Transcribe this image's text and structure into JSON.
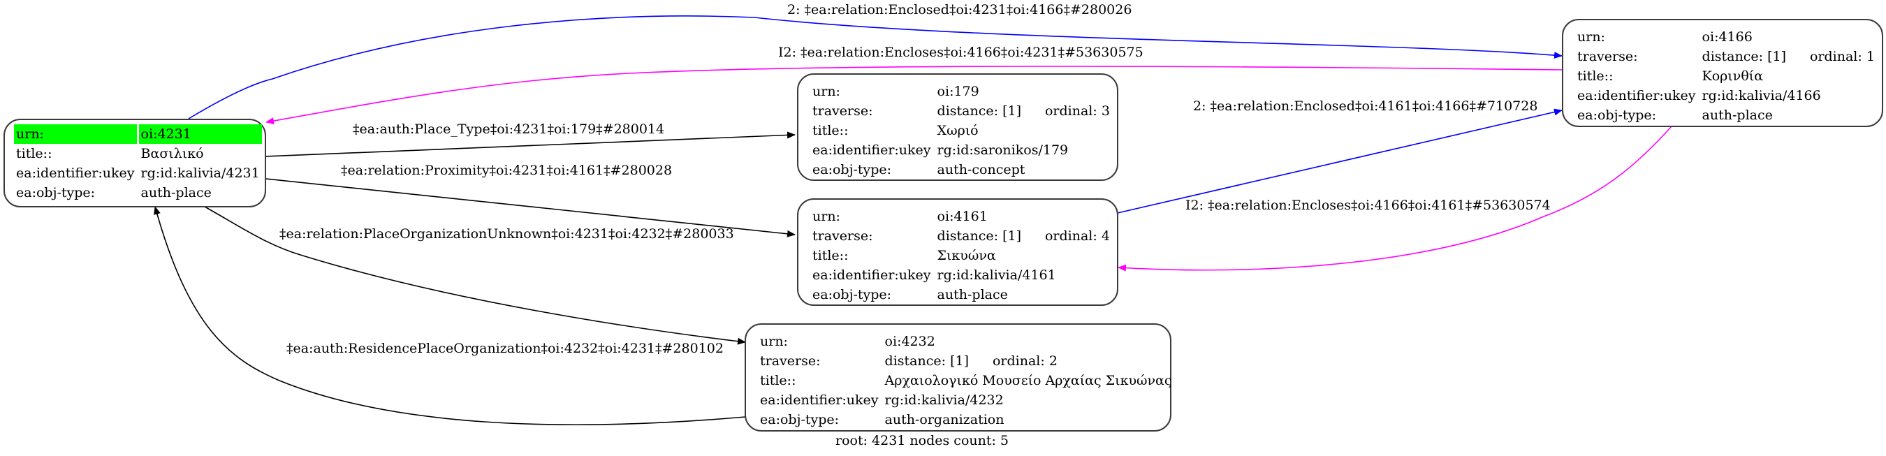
{
  "graph": {
    "footer": "root: 4231 nodes count: 5",
    "colors": {
      "default_edge": "#000000",
      "enclosed_edge": "#0000ff",
      "encloses_edge": "#ff00ff",
      "root_highlight": "#00ff00"
    },
    "nodes": [
      {
        "id": "4231",
        "root": true,
        "rows": [
          {
            "key": "urn:",
            "value": "oi:4231"
          },
          {
            "key": "title::",
            "value": "Βασιλικό"
          },
          {
            "key": "ea:identifier:ukey",
            "value": "rg:id:kalivia/4231"
          },
          {
            "key": "ea:obj-type:",
            "value": "auth-place"
          }
        ]
      },
      {
        "id": "179",
        "rows": [
          {
            "key": "urn:",
            "value": "oi:179"
          },
          {
            "key": "traverse:",
            "value": "distance: [1]",
            "extra": "ordinal: 3"
          },
          {
            "key": "title::",
            "value": "Χωριό"
          },
          {
            "key": "ea:identifier:ukey",
            "value": "rg:id:saronikos/179"
          },
          {
            "key": "ea:obj-type:",
            "value": "auth-concept"
          }
        ]
      },
      {
        "id": "4161",
        "rows": [
          {
            "key": "urn:",
            "value": "oi:4161"
          },
          {
            "key": "traverse:",
            "value": "distance: [1]",
            "extra": "ordinal: 4"
          },
          {
            "key": "title::",
            "value": "Σικυώνα"
          },
          {
            "key": "ea:identifier:ukey",
            "value": "rg:id:kalivia/4161"
          },
          {
            "key": "ea:obj-type:",
            "value": "auth-place"
          }
        ]
      },
      {
        "id": "4232",
        "rows": [
          {
            "key": "urn:",
            "value": "oi:4232"
          },
          {
            "key": "traverse:",
            "value": "distance: [1]",
            "extra": "ordinal: 2"
          },
          {
            "key": "title::",
            "value": "Αρχαιολογικό Μουσείο Αρχαίας Σικυώνας"
          },
          {
            "key": "ea:identifier:ukey",
            "value": "rg:id:kalivia/4232"
          },
          {
            "key": "ea:obj-type:",
            "value": "auth-organization"
          }
        ]
      },
      {
        "id": "4166",
        "rows": [
          {
            "key": "urn:",
            "value": "oi:4166"
          },
          {
            "key": "traverse:",
            "value": "distance: [1]",
            "extra": "ordinal: 1"
          },
          {
            "key": "title::",
            "value": "Κορινθία"
          },
          {
            "key": "ea:identifier:ukey",
            "value": "rg:id:kalivia/4166"
          },
          {
            "key": "ea:obj-type:",
            "value": "auth-place"
          }
        ]
      }
    ],
    "edges": [
      {
        "from": "4231",
        "to": "179",
        "color": "default",
        "label": "‡ea:auth:Place_Type‡oi:4231‡oi:179‡#280014"
      },
      {
        "from": "4231",
        "to": "4161",
        "color": "default",
        "label": "‡ea:relation:Proximity‡oi:4231‡oi:4161‡#280028"
      },
      {
        "from": "4231",
        "to": "4232",
        "color": "default",
        "label": "‡ea:relation:PlaceOrganizationUnknown‡oi:4231‡oi:4232‡#280033"
      },
      {
        "from": "4232",
        "to": "4231",
        "color": "default",
        "label": "‡ea:auth:ResidencePlaceOrganization‡oi:4232‡oi:4231‡#280102"
      },
      {
        "from": "4231",
        "to": "4166",
        "color": "enclosed",
        "label": "2: ‡ea:relation:Enclosed‡oi:4231‡oi:4166‡#280026"
      },
      {
        "from": "4166",
        "to": "4231",
        "color": "encloses",
        "label": "I2: ‡ea:relation:Encloses‡oi:4166‡oi:4231‡#53630575"
      },
      {
        "from": "4161",
        "to": "4166",
        "color": "enclosed",
        "label": "2: ‡ea:relation:Enclosed‡oi:4161‡oi:4166‡#710728"
      },
      {
        "from": "4166",
        "to": "4161",
        "color": "encloses",
        "label": "I2: ‡ea:relation:Encloses‡oi:4166‡oi:4161‡#53630574"
      }
    ]
  }
}
